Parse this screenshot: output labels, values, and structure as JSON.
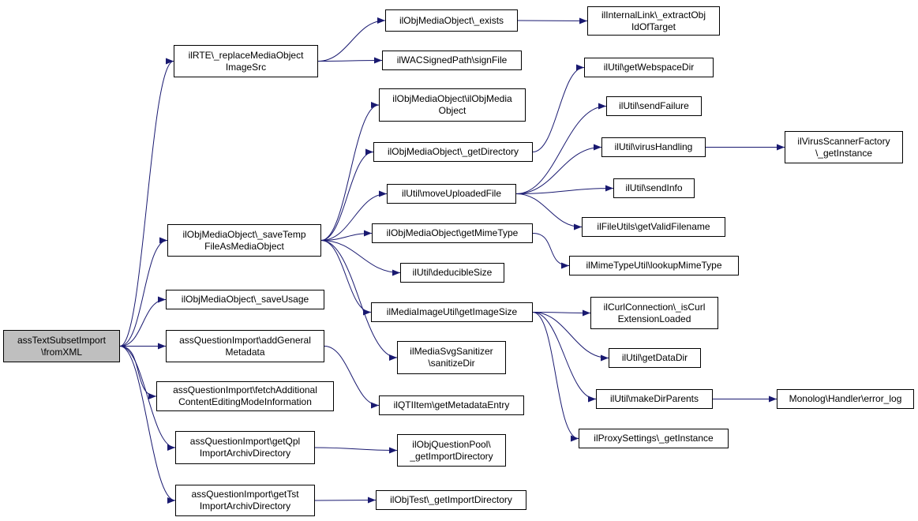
{
  "colors": {
    "edge": "#191970",
    "root_fill": "#bfbfbf",
    "node_fill": "#ffffff",
    "border": "#000000"
  },
  "nodes": [
    {
      "id": "n0",
      "label": "assTextSubsetImport\n\\fromXML"
    },
    {
      "id": "n1",
      "label": "ilRTE\\_replaceMediaObject\nImageSrc"
    },
    {
      "id": "n2",
      "label": "ilObjMediaObject\\_exists"
    },
    {
      "id": "n3",
      "label": "ilInternalLink\\_extractObj\nIdOfTarget"
    },
    {
      "id": "n4",
      "label": "ilWACSignedPath\\signFile"
    },
    {
      "id": "n5",
      "label": "ilObjMediaObject\\_saveTemp\nFileAsMediaObject"
    },
    {
      "id": "n6",
      "label": "ilObjMediaObject\\ilObjMedia\nObject"
    },
    {
      "id": "n7",
      "label": "ilObjMediaObject\\_getDirectory"
    },
    {
      "id": "n8",
      "label": "ilUtil\\getWebspaceDir"
    },
    {
      "id": "n9",
      "label": "ilUtil\\moveUploadedFile"
    },
    {
      "id": "n10",
      "label": "ilUtil\\sendFailure"
    },
    {
      "id": "n11",
      "label": "ilUtil\\virusHandling"
    },
    {
      "id": "n12",
      "label": "ilVirusScannerFactory\n\\_getInstance"
    },
    {
      "id": "n13",
      "label": "ilUtil\\sendInfo"
    },
    {
      "id": "n14",
      "label": "ilFileUtils\\getValidFilename"
    },
    {
      "id": "n15",
      "label": "ilObjMediaObject\\getMimeType"
    },
    {
      "id": "n16",
      "label": "ilMimeTypeUtil\\lookupMimeType"
    },
    {
      "id": "n17",
      "label": "ilUtil\\deducibleSize"
    },
    {
      "id": "n18",
      "label": "ilMediaImageUtil\\getImageSize"
    },
    {
      "id": "n19",
      "label": "ilCurlConnection\\_isCurl\nExtensionLoaded"
    },
    {
      "id": "n20",
      "label": "ilUtil\\getDataDir"
    },
    {
      "id": "n21",
      "label": "ilUtil\\makeDirParents"
    },
    {
      "id": "n22",
      "label": "Monolog\\Handler\\error_log"
    },
    {
      "id": "n23",
      "label": "ilProxySettings\\_getInstance"
    },
    {
      "id": "n24",
      "label": "ilMediaSvgSanitizer\n\\sanitizeDir"
    },
    {
      "id": "n25",
      "label": "ilObjMediaObject\\_saveUsage"
    },
    {
      "id": "n26",
      "label": "assQuestionImport\\addGeneral\nMetadata"
    },
    {
      "id": "n27",
      "label": "ilQTIItem\\getMetadataEntry"
    },
    {
      "id": "n28",
      "label": "assQuestionImport\\fetchAdditional\nContentEditingModeInformation"
    },
    {
      "id": "n29",
      "label": "assQuestionImport\\getQpl\nImportArchivDirectory"
    },
    {
      "id": "n30",
      "label": "ilObjQuestionPool\\\n_getImportDirectory"
    },
    {
      "id": "n31",
      "label": "assQuestionImport\\getTst\nImportArchivDirectory"
    },
    {
      "id": "n32",
      "label": "ilObjTest\\_getImportDirectory"
    }
  ],
  "edges": [
    [
      "n0",
      "n1"
    ],
    [
      "n0",
      "n5"
    ],
    [
      "n0",
      "n25"
    ],
    [
      "n0",
      "n26"
    ],
    [
      "n0",
      "n28"
    ],
    [
      "n0",
      "n29"
    ],
    [
      "n0",
      "n31"
    ],
    [
      "n1",
      "n2"
    ],
    [
      "n1",
      "n4"
    ],
    [
      "n2",
      "n3"
    ],
    [
      "n5",
      "n6"
    ],
    [
      "n5",
      "n7"
    ],
    [
      "n5",
      "n9"
    ],
    [
      "n5",
      "n15"
    ],
    [
      "n5",
      "n17"
    ],
    [
      "n5",
      "n18"
    ],
    [
      "n5",
      "n24"
    ],
    [
      "n7",
      "n8"
    ],
    [
      "n9",
      "n10"
    ],
    [
      "n9",
      "n11"
    ],
    [
      "n9",
      "n13"
    ],
    [
      "n9",
      "n14"
    ],
    [
      "n11",
      "n12"
    ],
    [
      "n15",
      "n16"
    ],
    [
      "n18",
      "n19"
    ],
    [
      "n18",
      "n20"
    ],
    [
      "n18",
      "n21"
    ],
    [
      "n18",
      "n23"
    ],
    [
      "n21",
      "n22"
    ],
    [
      "n26",
      "n27"
    ],
    [
      "n29",
      "n30"
    ],
    [
      "n31",
      "n32"
    ]
  ]
}
